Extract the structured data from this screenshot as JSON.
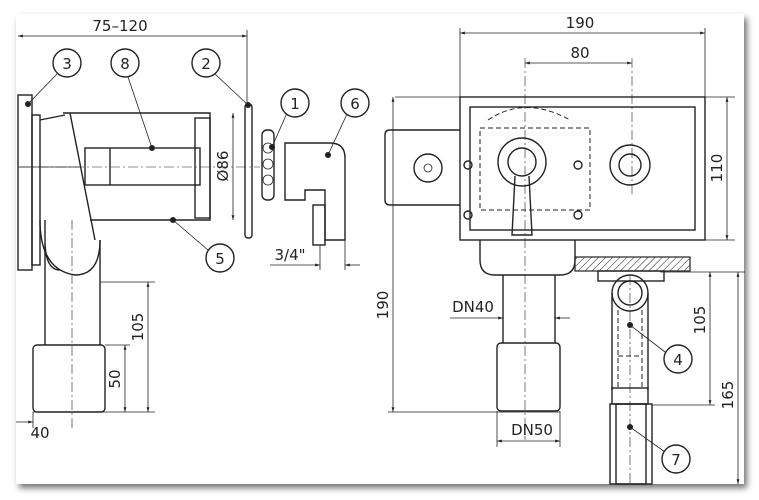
{
  "dimensions": {
    "left_width": "75–120",
    "diameter": "Ø86",
    "thread": "3/4\"",
    "left_height": "105",
    "socket_height": "50",
    "offset": "40",
    "box_width": "190",
    "spacing": "80",
    "box_height": "110",
    "total_height": "190",
    "pipe_dn40": "DN40",
    "pipe_dn50": "DN50",
    "floor_height": "105",
    "floor_total": "165"
  },
  "balloons": [
    "1",
    "2",
    "3",
    "4",
    "5",
    "6",
    "7",
    "8"
  ]
}
